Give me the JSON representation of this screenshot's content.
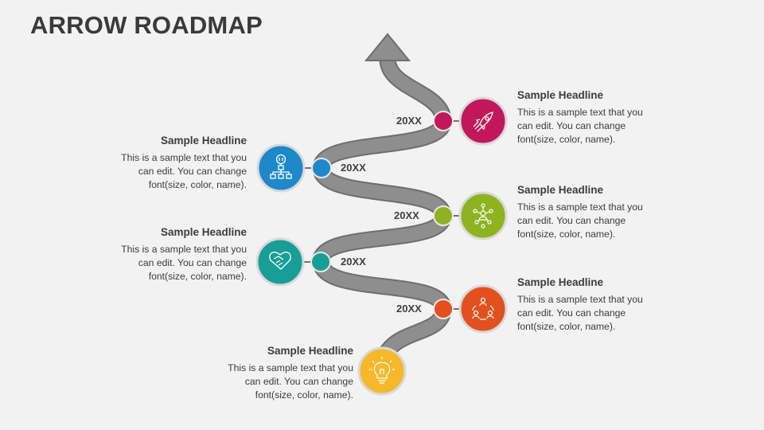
{
  "title": "ARROW ROADMAP",
  "colors": {
    "road": "#8c8c8c",
    "road_edge": "#6e6e6e",
    "pink": "#c2185b",
    "blue": "#1e88c8",
    "green": "#8db321",
    "teal": "#189e96",
    "orange": "#e2501e",
    "yellow": "#f5b82a"
  },
  "milestones": [
    {
      "year": "20XX",
      "headline": "Sample Headline",
      "body": "This is a sample text that you can edit. You can change font(size, color, name).",
      "icon": "rocket-icon",
      "color": "pink"
    },
    {
      "year": "20XX",
      "headline": "Sample Headline",
      "body": "This is a sample text that you can edit. You can change font(size, color, name).",
      "icon": "organization-chart-icon",
      "color": "blue"
    },
    {
      "year": "20XX",
      "headline": "Sample Headline",
      "body": "This is a sample text that you can edit. You can change font(size, color, name).",
      "icon": "network-people-icon",
      "color": "green"
    },
    {
      "year": "20XX",
      "headline": "Sample Headline",
      "body": "This is a sample text that you can edit. You can change font(size, color, name).",
      "icon": "handshake-icon",
      "color": "teal"
    },
    {
      "year": "20XX",
      "headline": "Sample Headline",
      "body": "This is a sample text that you can edit. You can change font(size, color, name).",
      "icon": "team-cycle-icon",
      "color": "orange"
    },
    {
      "year": "",
      "headline": "Sample Headline",
      "body": "This is a sample text that you can edit. You can change font(size, color, name).",
      "icon": "lightbulb-icon",
      "color": "yellow"
    }
  ]
}
